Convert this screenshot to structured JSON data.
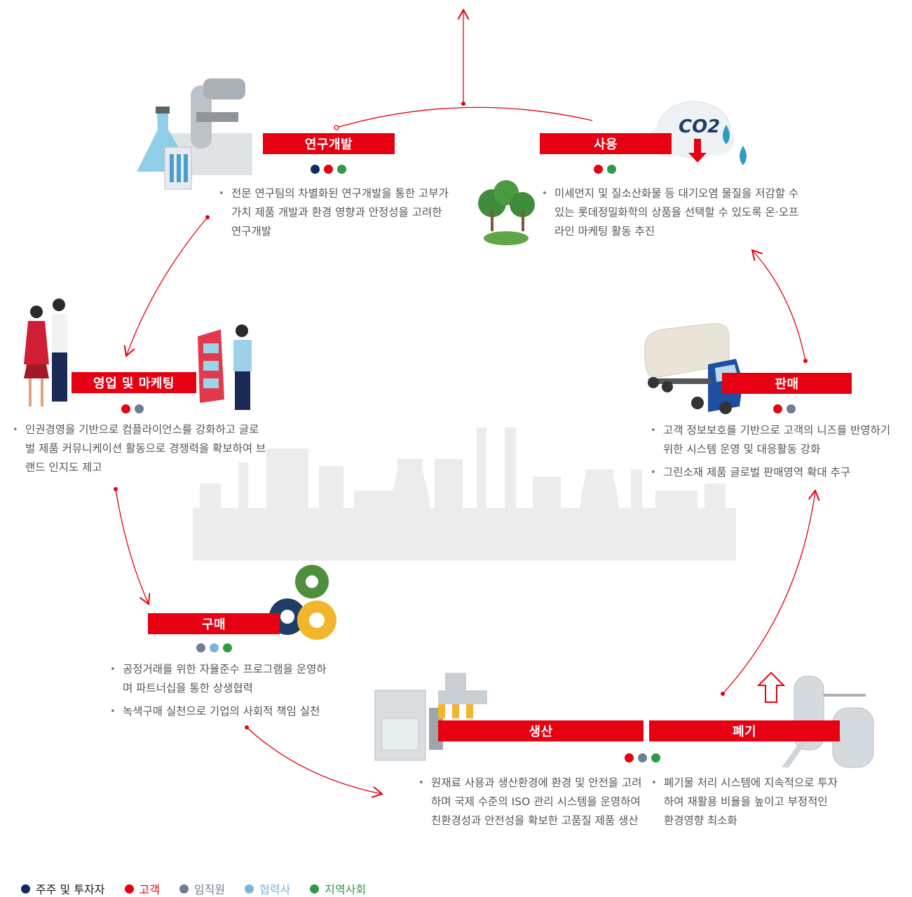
{
  "colors": {
    "accent": "#e60012",
    "shareholders": "#0b2e5c",
    "customers": "#e60012",
    "employees": "#6d7f92",
    "partners": "#7fb2d8",
    "community": "#2e9a45"
  },
  "stages": {
    "rnd": {
      "title": "연구개발",
      "dots": [
        "#0b2e5c",
        "#e60012",
        "#2e9a45"
      ],
      "bullets": [
        "전문 연구팀의 차별화된 연구개발을 통한 고부가가치 제품 개발과 환경 영향과 안정성을 고려한 연구개발"
      ]
    },
    "use": {
      "title": "사용",
      "dots": [
        "#e60012",
        "#2e9a45"
      ],
      "bullets": [
        "미세먼지 및 질소산화물 등 대기오염 물질을 저감할 수 있는 롯데정밀화학의 상품을 선택할 수 있도록 온·오프라인 마케팅 활동 추진"
      ]
    },
    "marketing": {
      "title": "영업 및 마케팅",
      "dots": [
        "#e60012",
        "#6d7f92"
      ],
      "bullets": [
        "인권경영을 기반으로 컴플라이언스를 강화하고 글로벌 제품 커뮤니케이션 활동으로 경쟁력을 확보하여 브랜드 인지도 제고"
      ]
    },
    "sales": {
      "title": "판매",
      "dots": [
        "#e60012",
        "#6d7f92"
      ],
      "bullets": [
        "고객 정보보호를 기반으로 고객의 니즈를 반영하기 위한 시스템 운영 및 대응활동 강화",
        "그린소재 제품 글로벌 판매영역 확대 추구"
      ]
    },
    "purchase": {
      "title": "구매",
      "dots": [
        "#6d7f92",
        "#7fb2d8",
        "#2e9a45"
      ],
      "bullets": [
        "공정거래를 위한 자율준수 프로그램을 운영하며 파트너십을 통한 상생협력",
        "녹색구매 실천으로 기업의 사회적 책임 실천"
      ]
    },
    "production": {
      "title": "생산",
      "dots": [
        "#e60012",
        "#6d7f92",
        "#2e9a45"
      ],
      "bullets": [
        "원재료 사용과 생산환경에 환경 및 안전을 고려하며 국제 수준의 ISO 관리 시스템을 운영하여 친환경성과 안전성을 확보한 고품질 제품 생산"
      ]
    },
    "disposal": {
      "title": "폐기",
      "dots": [],
      "bullets": [
        "폐기물 처리 시스템에 지속적으로 투자하여 재활용 비율을 높이고 부정적인 환경영향 최소화"
      ]
    }
  },
  "icons": {
    "rnd": "microscope-flask-icon",
    "use": "co2-cloud-trees-icon",
    "marketing": "business-people-icon",
    "sales": "tanker-truck-icon",
    "purchase": "gears-icon",
    "production": "production-line-icon",
    "disposal": "recycle-tanks-icon"
  },
  "co2_label": "CO2",
  "legend": [
    {
      "label": "주주 및 투자자",
      "color": "#0b2e5c"
    },
    {
      "label": "고객",
      "color": "#e60012"
    },
    {
      "label": "임직원",
      "color": "#6d7f92"
    },
    {
      "label": "협력사",
      "color": "#7fb2d8"
    },
    {
      "label": "지역사회",
      "color": "#2e9a45"
    }
  ]
}
